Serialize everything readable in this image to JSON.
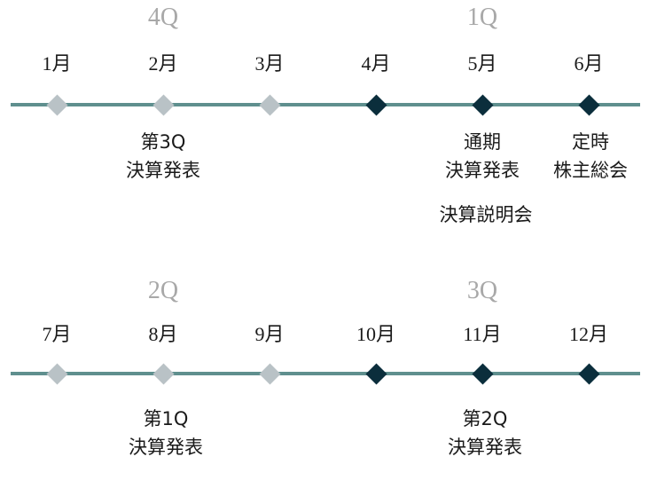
{
  "colors": {
    "line": "#5f8f8e",
    "past_marker": "#b9c2c6",
    "current_marker": "#0b2e3c",
    "quarter_label": "#a8a8a8",
    "text": "#1a1a1a"
  },
  "rows": [
    {
      "quarters": [
        {
          "label": "4Q",
          "over_month_index": 1
        },
        {
          "label": "1Q",
          "over_month_index": 4
        }
      ],
      "months": [
        {
          "label": "1月",
          "marker": "light"
        },
        {
          "label": "2月",
          "marker": "light"
        },
        {
          "label": "3月",
          "marker": "light"
        },
        {
          "label": "4月",
          "marker": "dark"
        },
        {
          "label": "5月",
          "marker": "dark"
        },
        {
          "label": "6月",
          "marker": "dark"
        }
      ],
      "events": [
        {
          "month_index": 1,
          "lines": [
            "第3Q",
            "決算発表"
          ]
        },
        {
          "month_index": 4,
          "lines": [
            "通期",
            "決算発表"
          ],
          "extra": "決算説明会"
        },
        {
          "month_index": 5,
          "lines": [
            "定時",
            "株主総会"
          ]
        }
      ]
    },
    {
      "quarters": [
        {
          "label": "2Q",
          "over_month_index": 1
        },
        {
          "label": "3Q",
          "over_month_index": 4
        }
      ],
      "months": [
        {
          "label": "7月",
          "marker": "light"
        },
        {
          "label": "8月",
          "marker": "light"
        },
        {
          "label": "9月",
          "marker": "light"
        },
        {
          "label": "10月",
          "marker": "dark"
        },
        {
          "label": "11月",
          "marker": "dark"
        },
        {
          "label": "12月",
          "marker": "dark"
        }
      ],
      "events": [
        {
          "month_index": 1,
          "lines": [
            "第1Q",
            "決算発表"
          ]
        },
        {
          "month_index": 4,
          "lines": [
            "第2Q",
            "決算発表"
          ]
        }
      ]
    }
  ]
}
